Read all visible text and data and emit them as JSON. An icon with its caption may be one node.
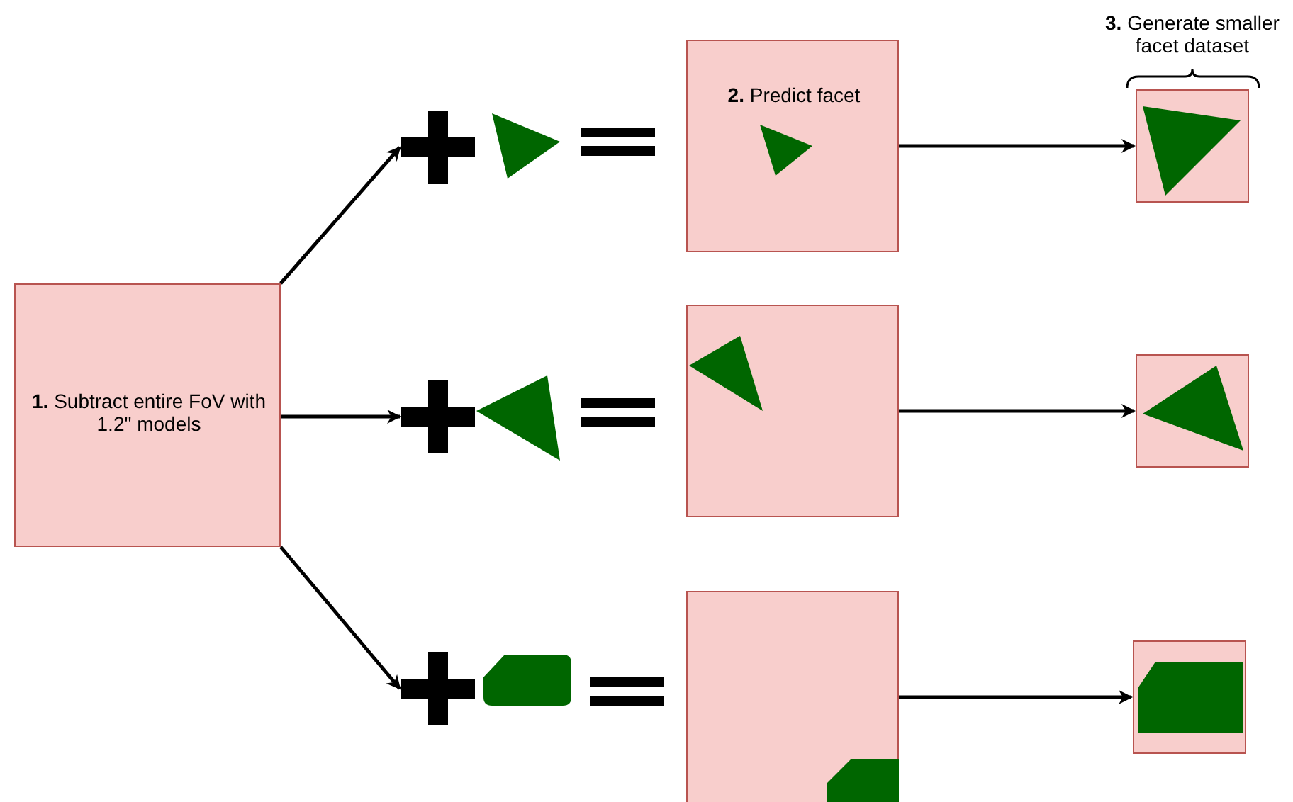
{
  "diagram": {
    "nodes": [
      {
        "text": [
          "**1.** Subtract entire FoV with 1.2\" models"
        ]
      },
      {
        "text": [],
        "shape": "plus"
      },
      {
        "text": [],
        "shape": "plus"
      },
      {
        "text": [],
        "shape": "plus"
      },
      {
        "text": [
          "**2.** Predict facet"
        ]
      },
      {
        "text": [],
        "shape": "box"
      },
      {
        "text": [],
        "shape": "box"
      },
      {
        "text": [],
        "shape": "box"
      },
      {
        "text": [],
        "shape": "box"
      },
      {
        "text": [],
        "shape": "box"
      }
    ],
    "edges": [
      {
        "from": 0,
        "to": 1,
        "arrow": "to"
      },
      {
        "from": 0,
        "to": 2,
        "arrow": "to"
      },
      {
        "from": 0,
        "to": 3,
        "arrow": "to"
      },
      {
        "from": 4,
        "to": 7,
        "arrow": "to"
      },
      {
        "from": 5,
        "to": 8,
        "arrow": "to"
      },
      {
        "from": 6,
        "to": 9,
        "arrow": "to"
      }
    ],
    "labels": [
      "**3.** Generate smaller facet dataset"
    ]
  }
}
